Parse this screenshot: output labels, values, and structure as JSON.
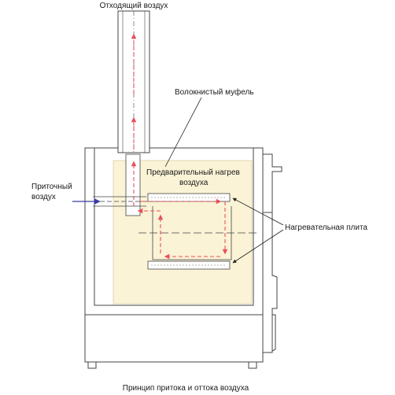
{
  "labels": {
    "exhaust_air": "Отходящий воздух",
    "fiber_muffle": "Волокнистый муфель",
    "air_preheating_line1": "Предварительный нагрев",
    "air_preheating_line2": "воздуха",
    "supply_air_line1": "Приточный",
    "supply_air_line2": "воздух",
    "heating_plate": "Нагревательная плита",
    "caption": "Принцип притока и оттока воздуха"
  },
  "colors": {
    "outline": "#444444",
    "insulation": "#fbf3d6",
    "airflow": "#e8505a",
    "supply_arrow": "#3a3aa0",
    "text": "#1a1a1a"
  }
}
